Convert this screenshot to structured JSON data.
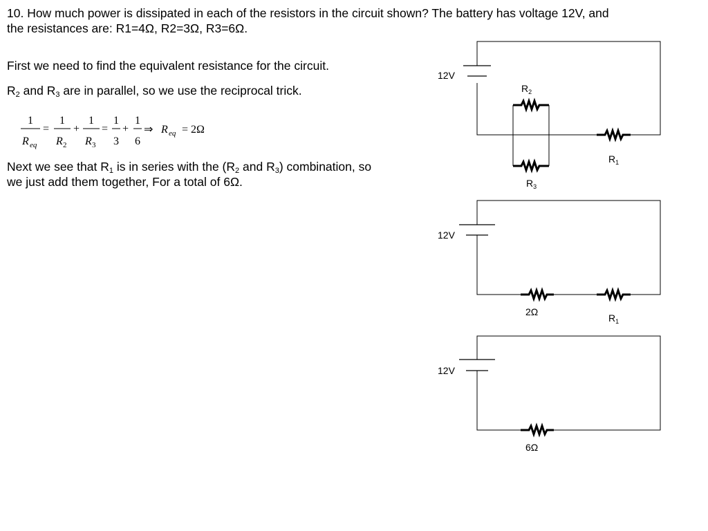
{
  "question": {
    "line1": "10.  How much power is dissipated in each of the resistors in the circuit shown?  The battery has voltage 12V, and",
    "line2": "the resistances are: R1=4Ω, R2=3Ω, R3=6Ω."
  },
  "step1": "First we need to find the equivalent resistance for the circuit.",
  "step2": {
    "r": "R",
    "s2": "2",
    "and": " and ",
    "s3": "3",
    "rest": " are in parallel, so we use the reciprocal trick."
  },
  "equation": {
    "one": "1",
    "eq": "=",
    "plus": "+",
    "implies": "⇒",
    "r": "R",
    "eqsub": "eq",
    "s2": "2",
    "s3": "3",
    "three": "3",
    "six": "6",
    "result": "= 2Ω"
  },
  "step3": {
    "part1": "Next we see that R",
    "sub1": "1",
    "part2": " is in series with the (R",
    "sub2": "2",
    "part3": " and R",
    "sub3": "3",
    "part4": ") combination, so",
    "line2": "we just add them together, For a total of 6Ω."
  },
  "circuits": {
    "battery_label": "12V",
    "r_letter": "R",
    "sub1": "1",
    "sub2": "2",
    "sub3": "3",
    "two_ohm": "2Ω",
    "six_ohm": "6Ω"
  }
}
